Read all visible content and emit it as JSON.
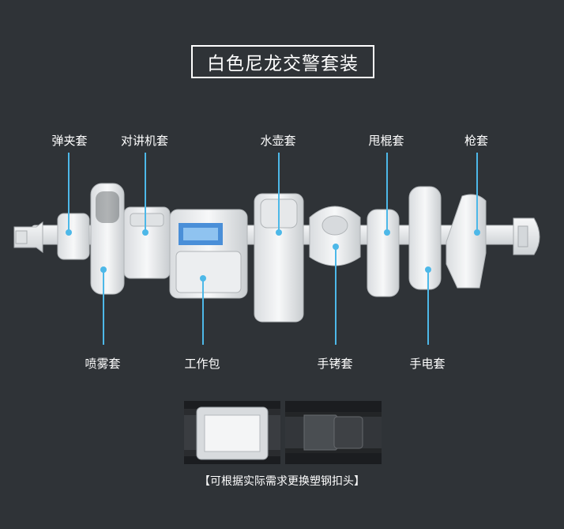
{
  "title": "白色尼龙交警套装",
  "labels_top": [
    {
      "text": "弹夹套",
      "key": "magazine"
    },
    {
      "text": "对讲机套",
      "key": "radio"
    },
    {
      "text": "水壶套",
      "key": "bottle"
    },
    {
      "text": "甩棍套",
      "key": "baton"
    },
    {
      "text": "枪套",
      "key": "holster"
    }
  ],
  "labels_bottom": [
    {
      "text": "喷雾套",
      "key": "spray"
    },
    {
      "text": "工作包",
      "key": "bag"
    },
    {
      "text": "手铐套",
      "key": "cuffs"
    },
    {
      "text": "手电套",
      "key": "flashlight"
    }
  ],
  "note": "【可根据实际需求更换塑钢扣头】",
  "colors": {
    "background": "#2f3337",
    "accent": "#4db8e8",
    "belt": "#e9ebed"
  }
}
